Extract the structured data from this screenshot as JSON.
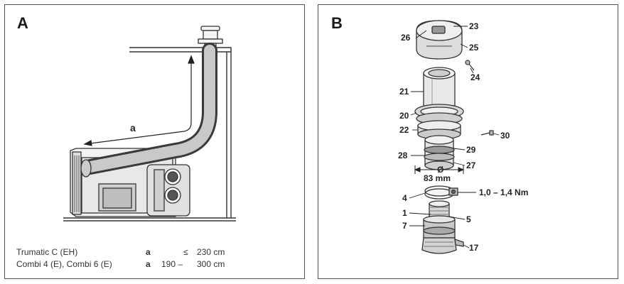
{
  "panel_a": {
    "letter": "A",
    "dimension_label": "a",
    "specs": [
      {
        "model": "Trumatic C (EH)",
        "symbol": "a",
        "relation": "≤",
        "range": "230 cm"
      },
      {
        "model": "Combi 4 (E), Combi 6 (E)",
        "symbol": "a",
        "relation": "190 –",
        "range": "300 cm"
      }
    ]
  },
  "panel_b": {
    "letter": "B",
    "callouts": {
      "c23": "23",
      "c26": "26",
      "c25": "25",
      "c24": "24",
      "c21": "21",
      "c20": "20",
      "c22": "22",
      "c30": "30",
      "c29": "29",
      "c28": "28",
      "c27": "27",
      "c4": "4",
      "c1": "1",
      "c5": "5",
      "c7": "7",
      "c17": "17"
    },
    "diameter_symbol": "Ø",
    "diameter_value": "83 mm",
    "torque": "1,0 – 1,4 Nm"
  }
}
